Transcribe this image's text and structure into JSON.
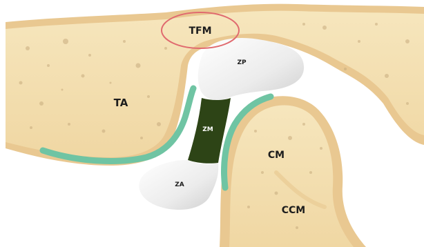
{
  "labels": {
    "tfm": "TFM",
    "ta": "TA",
    "zp": "ZP",
    "zm": "ZM",
    "za": "ZA",
    "cm": "CM",
    "ccm": "CCM"
  },
  "colors": {
    "background": "#ffffff",
    "bone": "#f4dfb0",
    "bone_rim": "#e9c891",
    "pore": "#c7ab7d",
    "disc": "#ededed",
    "disc_shade": "#cfcfcf",
    "central_zone": "#2d4416",
    "cartilage": "#6fc4a3",
    "highlight_ring": "#e06a6f",
    "label": "#1d1d1d",
    "label_light": "#ffffff"
  }
}
